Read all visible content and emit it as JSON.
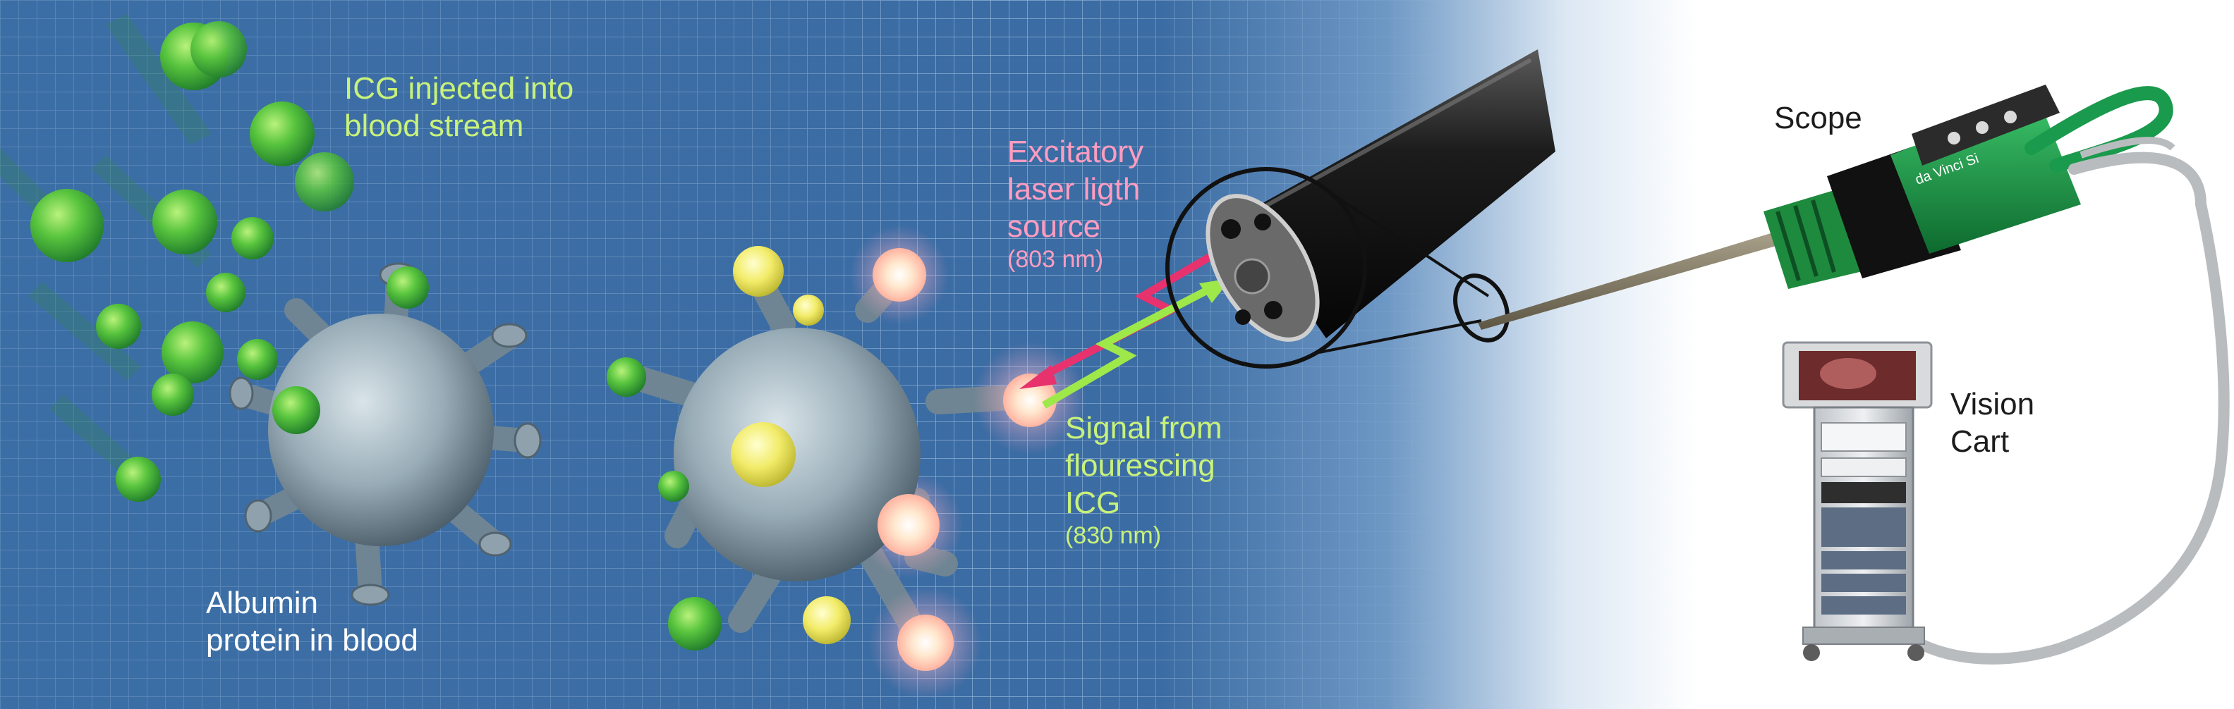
{
  "colors": {
    "background_blue": "#3c6ea6",
    "label_green": "#c8f27a",
    "label_pink": "#ff9cc0",
    "label_white": "#ffffff",
    "label_dark": "#1c1c1c",
    "laser_pink": "#e8326e",
    "signal_green": "#9ee84a",
    "scope_green": "#1f9a4a"
  },
  "labels": {
    "icg": {
      "lines": [
        "ICG injected into",
        "blood stream"
      ]
    },
    "albumin": {
      "lines": [
        "Albumin",
        "protein in blood"
      ]
    },
    "excitatory": {
      "lines": [
        "Excitatory",
        "laser ligth",
        "source"
      ],
      "wavelength": "(803 nm)"
    },
    "signal": {
      "lines": [
        "Signal from",
        "flourescing",
        "ICG"
      ],
      "wavelength": "(830 nm)"
    },
    "scope": {
      "text": "Scope"
    },
    "vision_cart": {
      "lines": [
        "Vision",
        "Cart"
      ]
    }
  },
  "device": {
    "brand_text": "da Vinci Si"
  }
}
